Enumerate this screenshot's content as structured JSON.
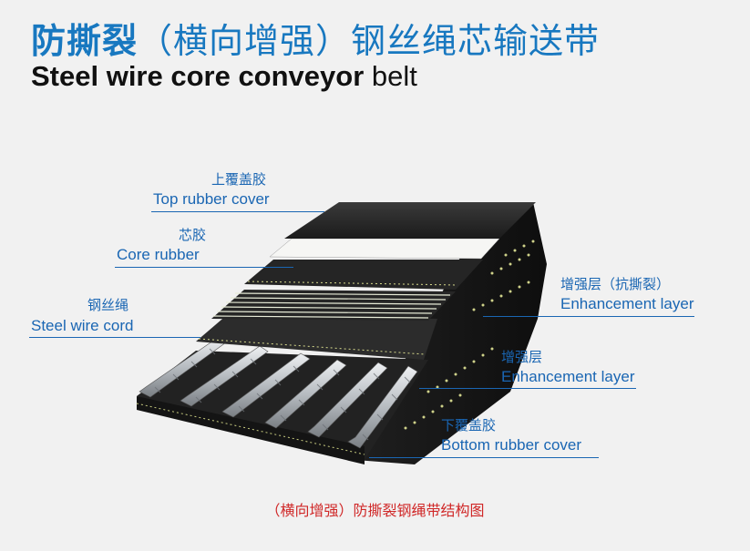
{
  "title": {
    "cn_bold": "防撕裂",
    "cn_rest": "（横向增强）钢丝绳芯输送带",
    "en_bold": "Steel wire core conveyor",
    "en_light": "belt"
  },
  "labels": {
    "top_rubber_cover": {
      "cn": "上覆盖胶",
      "en": "Top rubber cover"
    },
    "core_rubber": {
      "cn": "芯胶",
      "en": "Core rubber"
    },
    "steel_wire_cord": {
      "cn": "钢丝绳",
      "en": "Steel wire cord"
    },
    "enhancement_layer_tear": {
      "cn": "增强层（抗撕裂）",
      "en": "Enhancement layer"
    },
    "enhancement_layer": {
      "cn": "增强层",
      "en": "Enhancement layer"
    },
    "bottom_rubber_cover": {
      "cn": "下覆盖胶",
      "en": "Bottom rubber cover"
    }
  },
  "caption": "（横向增强）防撕裂钢绳带结构图",
  "colors": {
    "title_blue": "#1878c0",
    "label_blue": "#1a66b3",
    "caption_red": "#d02828",
    "rubber": "#2a2a2a",
    "steel": "#c8ccd0"
  }
}
